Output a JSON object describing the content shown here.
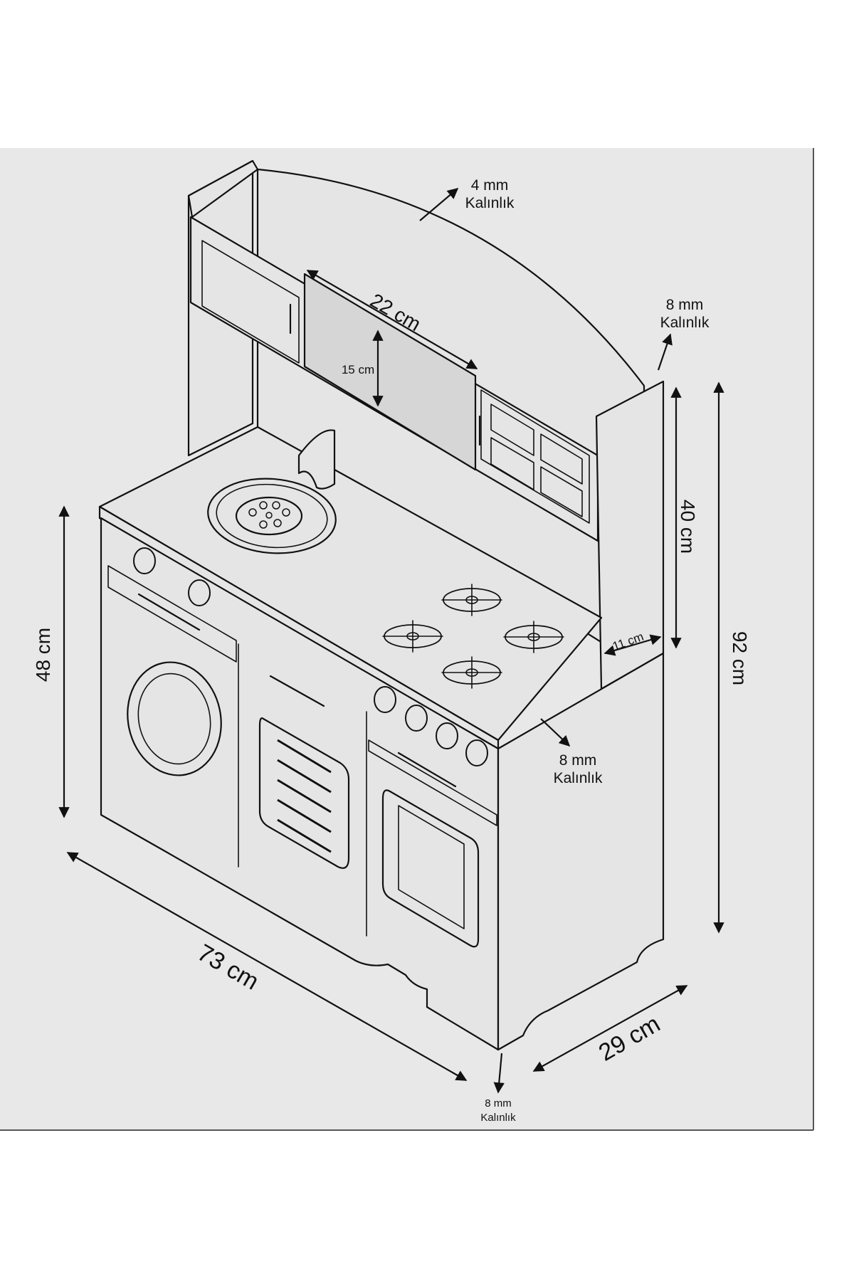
{
  "diagram": {
    "colors": {
      "background": "#ffffff",
      "board": "#e8e8e8",
      "ink": "#111111"
    },
    "labels": {
      "top_board_thickness_value": "4 mm",
      "top_board_thickness_word": "Kalınlık",
      "shelf_width": "22 cm",
      "shelf_height": "15 cm",
      "side_panel_thickness_value": "8 mm",
      "side_panel_thickness_word": "Kalınlık",
      "upper_height": "40 cm",
      "total_height": "92 cm",
      "side_depth": "11 cm",
      "counter_thickness_value": "8 mm",
      "counter_thickness_word": "Kalınlık",
      "base_height": "48 cm",
      "width": "73 cm",
      "depth": "29 cm",
      "bottom_thickness_value": "8 mm",
      "bottom_thickness_word": "Kalınlık"
    }
  }
}
